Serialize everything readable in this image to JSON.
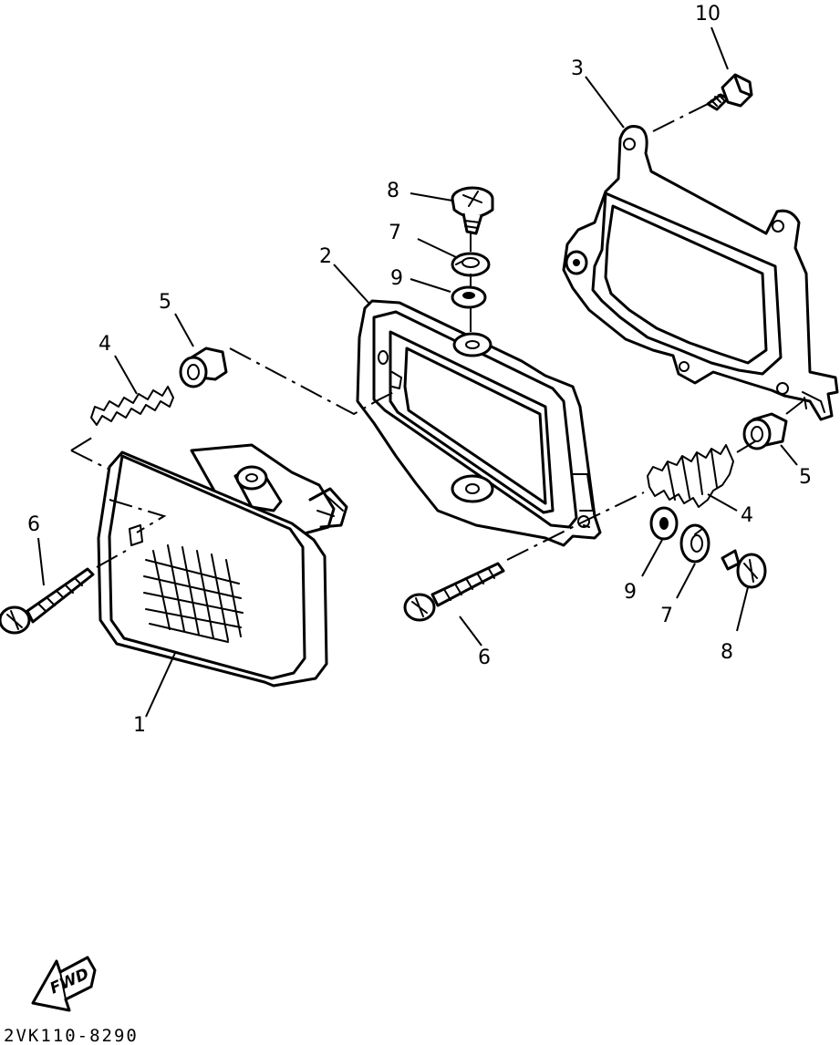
{
  "callouts": {
    "c1": "1",
    "c2": "2",
    "c3": "3",
    "c4a": "4",
    "c4b": "4",
    "c5a": "5",
    "c5b": "5",
    "c6a": "6",
    "c6b": "6",
    "c7a": "7",
    "c7b": "7",
    "c8a": "8",
    "c8b": "8",
    "c9a": "9",
    "c9b": "9",
    "c10": "10"
  },
  "fwd_label": "FWD",
  "diagram_code": "2VK110-8290"
}
